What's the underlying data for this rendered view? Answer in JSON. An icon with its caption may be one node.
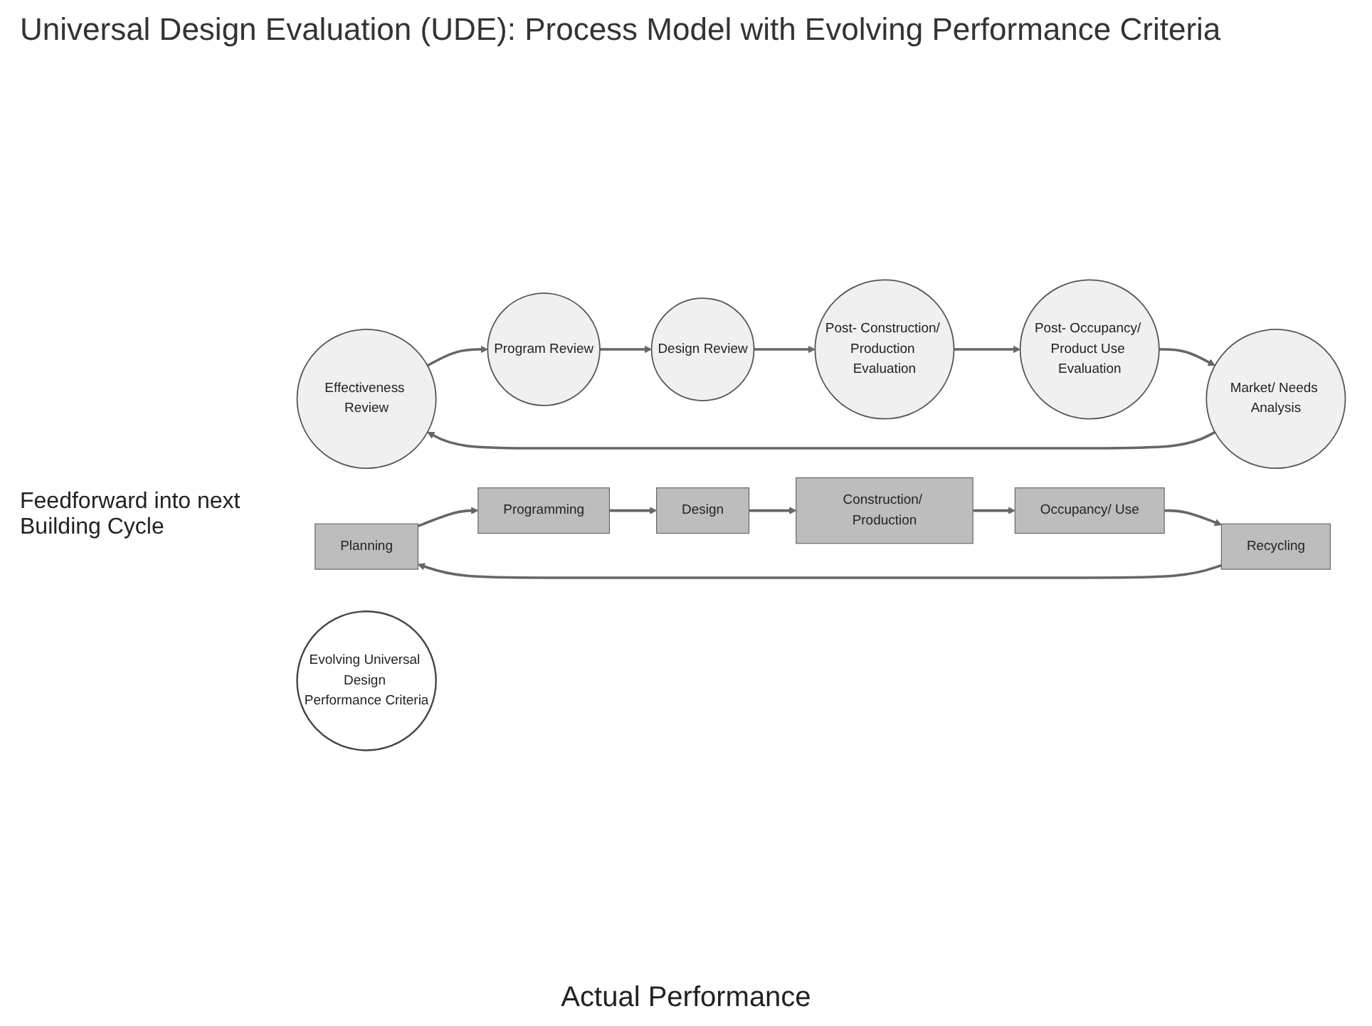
{
  "diagram": {
    "title": "Universal Design Evaluation (UDE): Process Model with Evolving Performance Criteria",
    "nodes": [
      {
        "text": [
          "Effectiveness Review"
        ]
      },
      {
        "text": [
          "Market/ Needs Analysis"
        ]
      },
      {
        "text": [
          "Planning"
        ]
      },
      {
        "text": [
          "Programming"
        ]
      },
      {
        "text": [
          "Program Review"
        ]
      },
      {
        "text": [
          "Recycling"
        ]
      },
      {
        "text": [
          "Evolving Universal Design Performance Criteria"
        ]
      },
      {
        "text": [
          "Design"
        ]
      },
      {
        "text": [
          "Post- Occupancy/ Product Use Evaluation"
        ]
      },
      {
        "text": [
          "Occupancy/ Use"
        ]
      },
      {
        "text": [
          "Construction/ Production"
        ]
      },
      {
        "text": [
          "Design Review"
        ]
      },
      {
        "text": [
          "Post- Construction/ Production Evaluation"
        ]
      }
    ],
    "edges": [
      {
        "from": 0,
        "to": 4,
        "arrow": "to"
      },
      {
        "from": 4,
        "to": 11,
        "arrow": "to"
      },
      {
        "from": 11,
        "to": 12,
        "arrow": "to"
      },
      {
        "from": 12,
        "to": 8,
        "arrow": "to"
      },
      {
        "from": 8,
        "to": 1,
        "arrow": "to"
      },
      {
        "from": 1,
        "to": 0,
        "arrow": "to"
      },
      {
        "from": 2,
        "to": 3,
        "arrow": "to"
      },
      {
        "from": 3,
        "to": 7,
        "arrow": "to"
      },
      {
        "from": 7,
        "to": 10,
        "arrow": "to"
      },
      {
        "from": 10,
        "to": 9,
        "arrow": "to"
      },
      {
        "from": 9,
        "to": 5,
        "arrow": "to"
      },
      {
        "from": 5,
        "to": 2,
        "arrow": "to"
      }
    ],
    "labels": [
      "Feedforward into next Building Cycle",
      "Actual Performance"
    ]
  }
}
